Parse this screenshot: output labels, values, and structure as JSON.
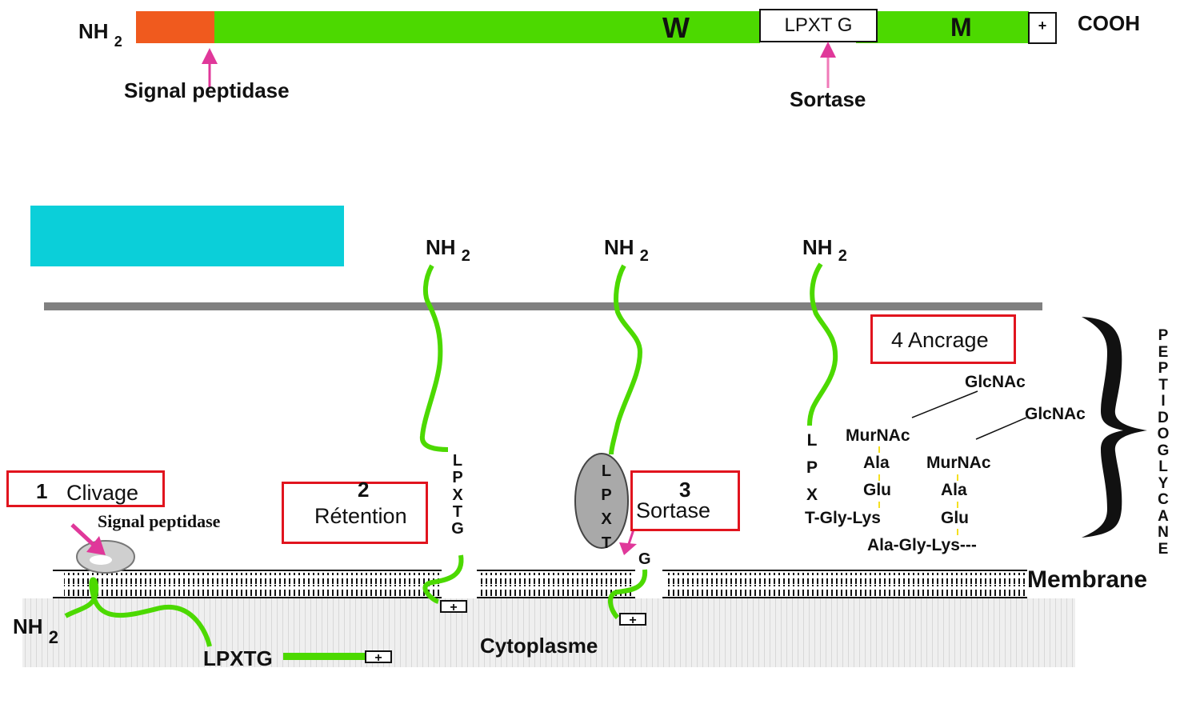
{
  "colors": {
    "signal_peptide": "#f05a1e",
    "protein_chain": "#4cd900",
    "callout_border": "#e1141e",
    "cell_wall": "#808080",
    "arrow": "#e0389a",
    "cyan_box": "#0bcfd9",
    "cytoplasm": "#efefef",
    "sortase_ellipse": "#a9a9a9"
  },
  "protein_bar": {
    "nh2": "NH",
    "nh2_sub": "2",
    "w_label": "W",
    "motif_label": "LPXT G",
    "m_label": "M",
    "plus_label": "+",
    "cooh": "COOH",
    "signal_peptidase": "Signal peptidase",
    "sortase": "Sortase"
  },
  "steps": {
    "step1": {
      "number": "1",
      "label": "Clivage"
    },
    "step2": {
      "number": "2",
      "label": "Rétention"
    },
    "step3": {
      "number": "3",
      "label": "Sortase"
    },
    "step4": {
      "label": "4 Ancrage"
    }
  },
  "labels": {
    "signal_peptidase_small": "Signal peptidase",
    "nh2": "NH",
    "nh2_sub": "2",
    "lpxtg": "LPXTG",
    "cytoplasme": "Cytoplasme",
    "membrane": "Membrane",
    "plus": "+",
    "g": "G",
    "retained_motif": [
      "L",
      "P",
      "X",
      "T",
      "G"
    ],
    "sortase_motif": [
      "L",
      "P",
      "X",
      "T"
    ],
    "peptidoglycane": [
      "P",
      "E",
      "P",
      "T",
      "I",
      "D",
      "O",
      "G",
      "L",
      "Y",
      "C",
      "A",
      "N",
      "E"
    ]
  },
  "peptidoglycan": {
    "anchored_motif": [
      "L",
      "P",
      "X"
    ],
    "t_gly_lys": "T-Gly-Lys",
    "glcnac_1": "GlcNAc",
    "glcnac_2": "GlcNAc",
    "murnac_1": "MurNAc",
    "murnac_2": "MurNAc",
    "ala_1": "Ala",
    "ala_2": "Ala",
    "glu_1": "Glu",
    "glu_2": "Glu",
    "ala_gly_lys": "Ala-Gly-Lys---"
  }
}
